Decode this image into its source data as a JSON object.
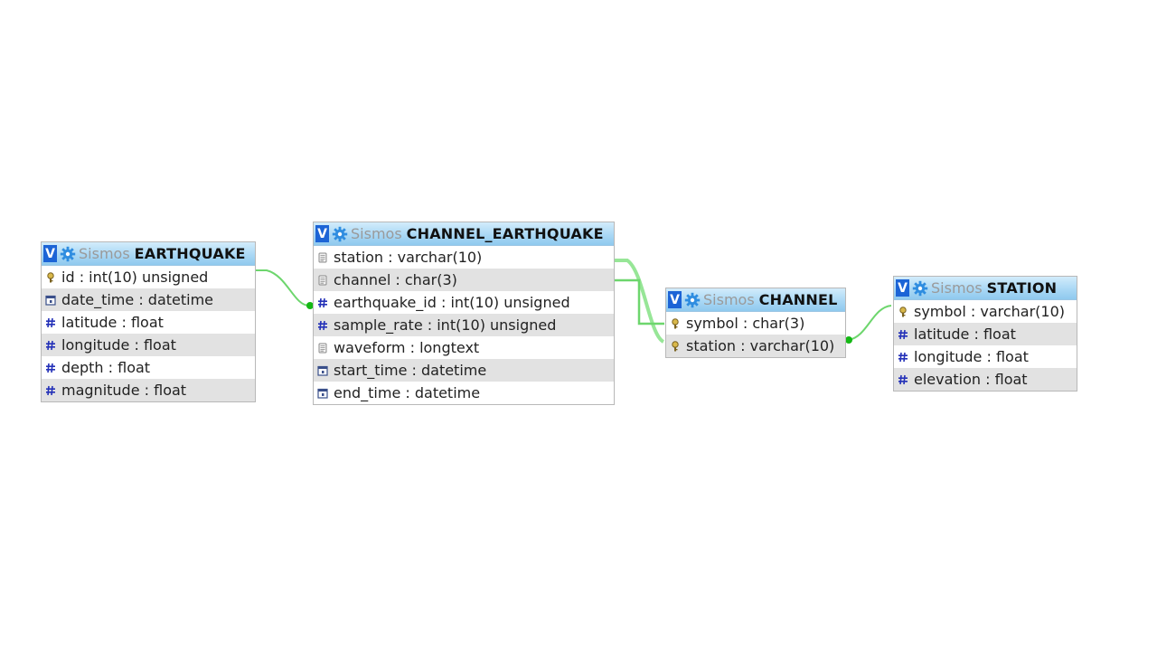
{
  "colors": {
    "header_accent": "#1c64d6",
    "link_line": "#6dd66d",
    "link_dot": "#15b815",
    "row_alt": "#e2e2e2"
  },
  "icons": {
    "header": [
      "v-icon",
      "gear-icon"
    ],
    "column_types": {
      "key": "key-icon",
      "hash": "hash-icon",
      "date": "calendar-icon",
      "text": "text-icon"
    }
  },
  "tables": [
    {
      "id": "earthquake",
      "db": "Sismos",
      "name": "EARTHQUAKE",
      "columns": [
        {
          "icon": "key",
          "text": "id : int(10) unsigned"
        },
        {
          "icon": "date",
          "text": "date_time : datetime"
        },
        {
          "icon": "hash",
          "text": "latitude : float"
        },
        {
          "icon": "hash",
          "text": "longitude : float"
        },
        {
          "icon": "hash",
          "text": "depth : float"
        },
        {
          "icon": "hash",
          "text": "magnitude : float"
        }
      ]
    },
    {
      "id": "channel_earthquake",
      "db": "Sismos",
      "name": "CHANNEL_EARTHQUAKE",
      "columns": [
        {
          "icon": "text",
          "text": "station : varchar(10)"
        },
        {
          "icon": "text",
          "text": "channel : char(3)"
        },
        {
          "icon": "hash",
          "text": "earthquake_id : int(10) unsigned"
        },
        {
          "icon": "hash",
          "text": "sample_rate : int(10) unsigned"
        },
        {
          "icon": "text",
          "text": "waveform : longtext"
        },
        {
          "icon": "date",
          "text": "start_time : datetime"
        },
        {
          "icon": "date",
          "text": "end_time : datetime"
        }
      ]
    },
    {
      "id": "channel",
      "db": "Sismos",
      "name": "CHANNEL",
      "columns": [
        {
          "icon": "key",
          "text": "symbol : char(3)"
        },
        {
          "icon": "key",
          "text": "station : varchar(10)"
        }
      ]
    },
    {
      "id": "station",
      "db": "Sismos",
      "name": "STATION",
      "columns": [
        {
          "icon": "key",
          "text": "symbol : varchar(10)"
        },
        {
          "icon": "hash",
          "text": "latitude : float"
        },
        {
          "icon": "hash",
          "text": "longitude : float"
        },
        {
          "icon": "hash",
          "text": "elevation : float"
        }
      ]
    }
  ],
  "relations": [
    {
      "from": "earthquake.id",
      "to": "channel_earthquake.earthquake_id"
    },
    {
      "from": "channel_earthquake.station",
      "to": "channel.station"
    },
    {
      "from": "channel_earthquake.channel",
      "to": "channel.symbol"
    },
    {
      "from": "channel.station",
      "to": "station.symbol"
    }
  ]
}
